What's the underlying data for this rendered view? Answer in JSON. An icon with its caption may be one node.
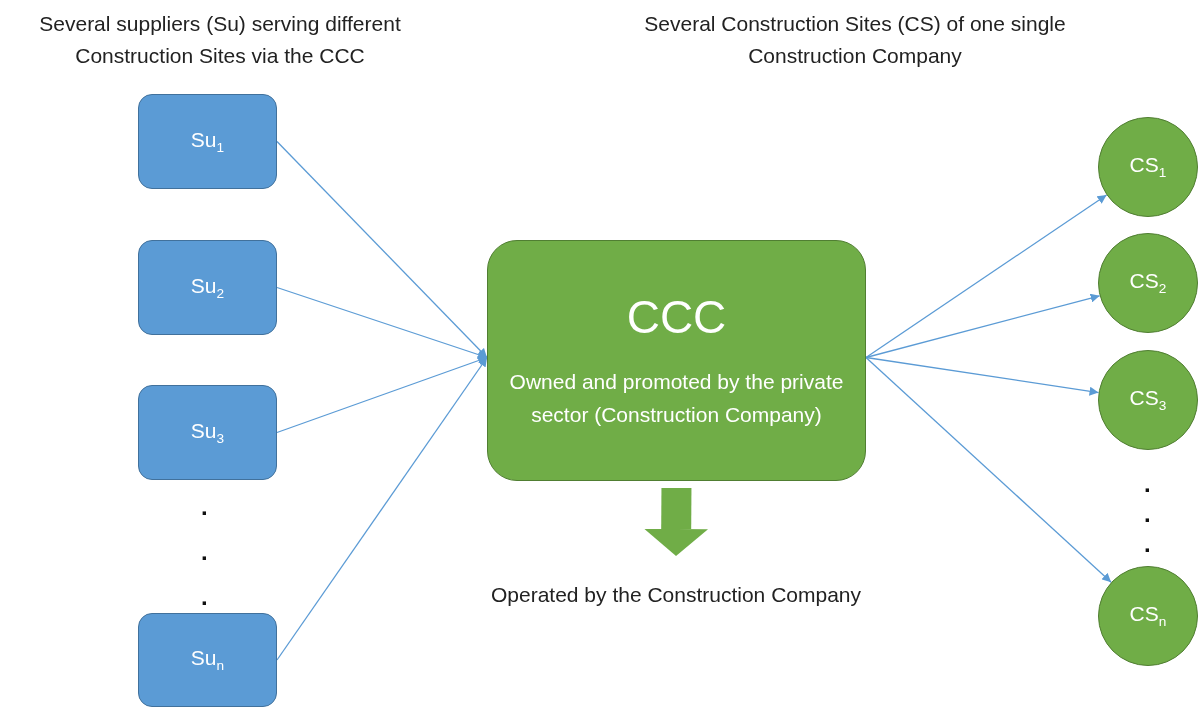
{
  "diagram": {
    "nodes": [
      {
        "text": [
          "Su$_{1}$"
        ]
      },
      {
        "text": [
          "Su$_{2}$"
        ]
      },
      {
        "text": [
          "Su$_{3}$"
        ]
      },
      {
        "text": [
          "Su$_{n}$"
        ]
      },
      {
        "text": [
          "CCC",
          "Owned and promoted by the private sector (Construction Company)"
        ]
      },
      {
        "text": [
          "CS$_{1}$"
        ]
      },
      {
        "text": [
          "CS$_{2}$"
        ]
      },
      {
        "text": [
          "CS$_{3}$"
        ]
      },
      {
        "text": [
          "CS$_{n}$"
        ]
      },
      {
        "text": [
          "Operated by the Construction Company"
        ]
      }
    ],
    "edges": [
      {
        "from": 0,
        "to": 4,
        "arrow": "to"
      },
      {
        "from": 1,
        "to": 4,
        "arrow": "to"
      },
      {
        "from": 2,
        "to": 4,
        "arrow": "to"
      },
      {
        "from": 3,
        "to": 4,
        "arrow": "to"
      },
      {
        "from": 4,
        "to": 5,
        "arrow": "to"
      },
      {
        "from": 4,
        "to": 6,
        "arrow": "to"
      },
      {
        "from": 4,
        "to": 7,
        "arrow": "to"
      },
      {
        "from": 4,
        "to": 8,
        "arrow": "to"
      },
      {
        "from": 4,
        "to": 9,
        "arrow": "to",
        "style": "thick",
        "color": "#70ad47"
      }
    ],
    "labels": [
      "Several suppliers (Su) serving different Construction Sites via the CCC",
      "Several Construction Sites (CS) of one single Construction Company",
      ".",
      ".",
      ".",
      ".",
      ".",
      "."
    ]
  }
}
